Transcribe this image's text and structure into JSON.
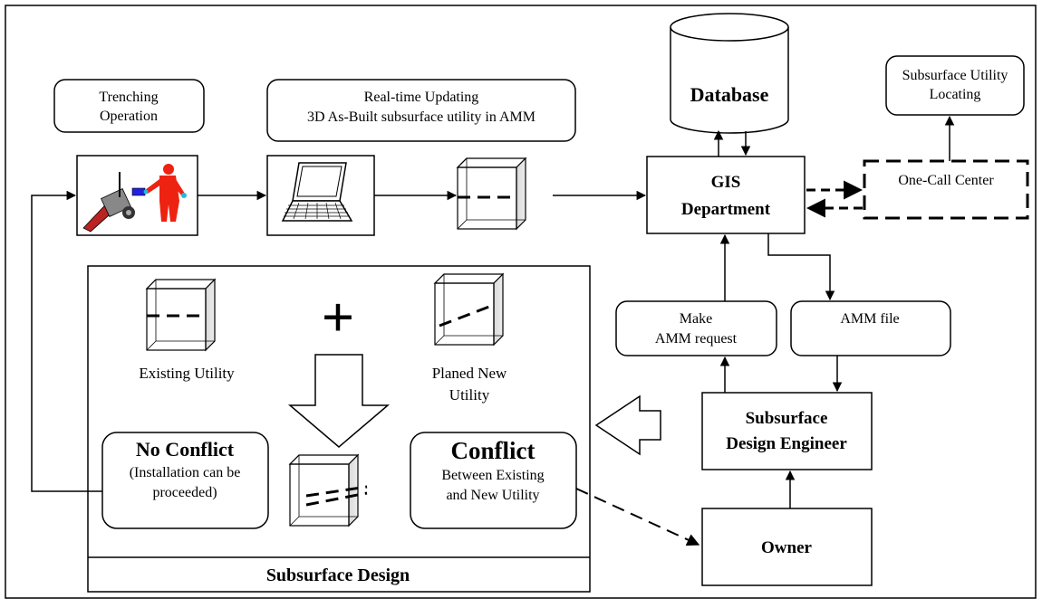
{
  "labels": {
    "trenching_line1": "Trenching",
    "trenching_line2": "Operation",
    "realtime_line1": "Real-time Updating",
    "realtime_line2": "3D As-Built subsurface utility in AMM",
    "database": "Database",
    "sul_line1": "Subsurface Utility",
    "sul_line2": "Locating",
    "gis_line1": "GIS",
    "gis_line2": "Department",
    "one_call": "One-Call Center",
    "make_request_line1": "Make",
    "make_request_line2": "AMM  request",
    "amm_file": "AMM file",
    "sde_line1": "Subsurface",
    "sde_line2": "Design Engineer",
    "owner": "Owner",
    "existing_utility": "Existing Utility",
    "planed_line1": "Planed New",
    "planed_line2": "Utility",
    "no_conflict_title": "No Conflict",
    "no_conflict_line1": "(Installation can be",
    "no_conflict_line2": "proceeded)",
    "conflict_title": "Conflict",
    "conflict_line1": "Between Existing",
    "conflict_line2": "and New Utility",
    "subsurface_design": "Subsurface Design",
    "plus_sign": "+"
  },
  "icons": {
    "worker": "worker-with-locator-icon",
    "laptop": "laptop-icon",
    "cube": "3d-utility-cube-icon",
    "database": "database-cylinder-icon",
    "big_arrow": "hollow-arrow-icon"
  }
}
